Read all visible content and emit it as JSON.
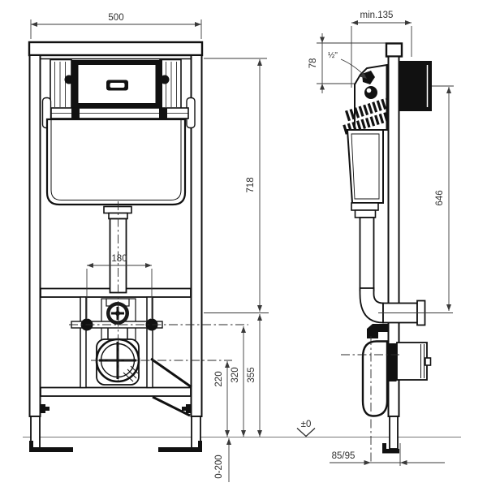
{
  "front_view": {
    "width": "500",
    "bolt_spacing": "180",
    "top_to_flush_level": "718",
    "flush_level_height": "355",
    "bolt_height": "320",
    "drain_height": "220",
    "foot_adjustment": "0-200"
  },
  "side_view": {
    "min_depth": "min.135",
    "inlet_drop": "78",
    "water_inlet_size": "½\"",
    "inlet_to_outlet_height": "646",
    "drain_wall_distance": "85/95",
    "floor_level": "±0"
  }
}
